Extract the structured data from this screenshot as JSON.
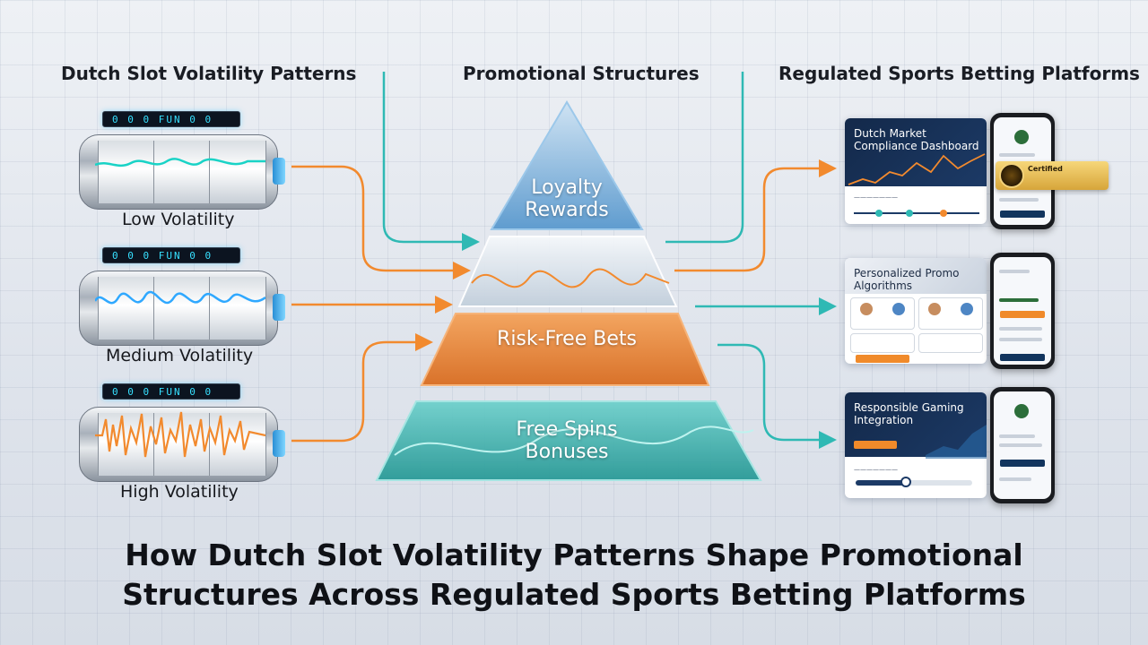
{
  "columns": {
    "left": "Dutch Slot Volatility Patterns",
    "center": "Promotional Structures",
    "right": "Regulated Sports Betting Platforms"
  },
  "slots": [
    {
      "label": "Low Volatility",
      "display": "0 0 0  FUN 0 0",
      "wave_color": "#19d3c6"
    },
    {
      "label": "Medium Volatility",
      "display": "0 0 0  FUN 0 0",
      "wave_color": "#2fa8ff"
    },
    {
      "label": "High Volatility",
      "display": "0 0 0  FUN 0 0",
      "wave_color": "#f28a2e"
    }
  ],
  "pyramid": {
    "top": {
      "line1": "Loyalty",
      "line2": "Rewards"
    },
    "middle": {
      "line1": "Risk-Free Bets"
    },
    "bottom": {
      "line1": "Free Spins",
      "line2": "Bonuses"
    },
    "colors": {
      "top": "#6aa6d8",
      "middle": "#ee8a3a",
      "bottom": "#3fb6b2"
    }
  },
  "dashboards": [
    {
      "title": "Dutch Market Compliance Dashboard",
      "badge": "Certified"
    },
    {
      "title": "Personalized Promo Algorithms"
    },
    {
      "title": "Responsible Gaming Integration"
    }
  ],
  "main_title": {
    "line1": "How Dutch Slot Volatility Patterns Shape Promotional",
    "line2": "Structures Across Regulated Sports Betting Platforms"
  },
  "colors": {
    "teal": "#2fb9b4",
    "orange": "#f28a2e",
    "navy": "#13294a"
  }
}
